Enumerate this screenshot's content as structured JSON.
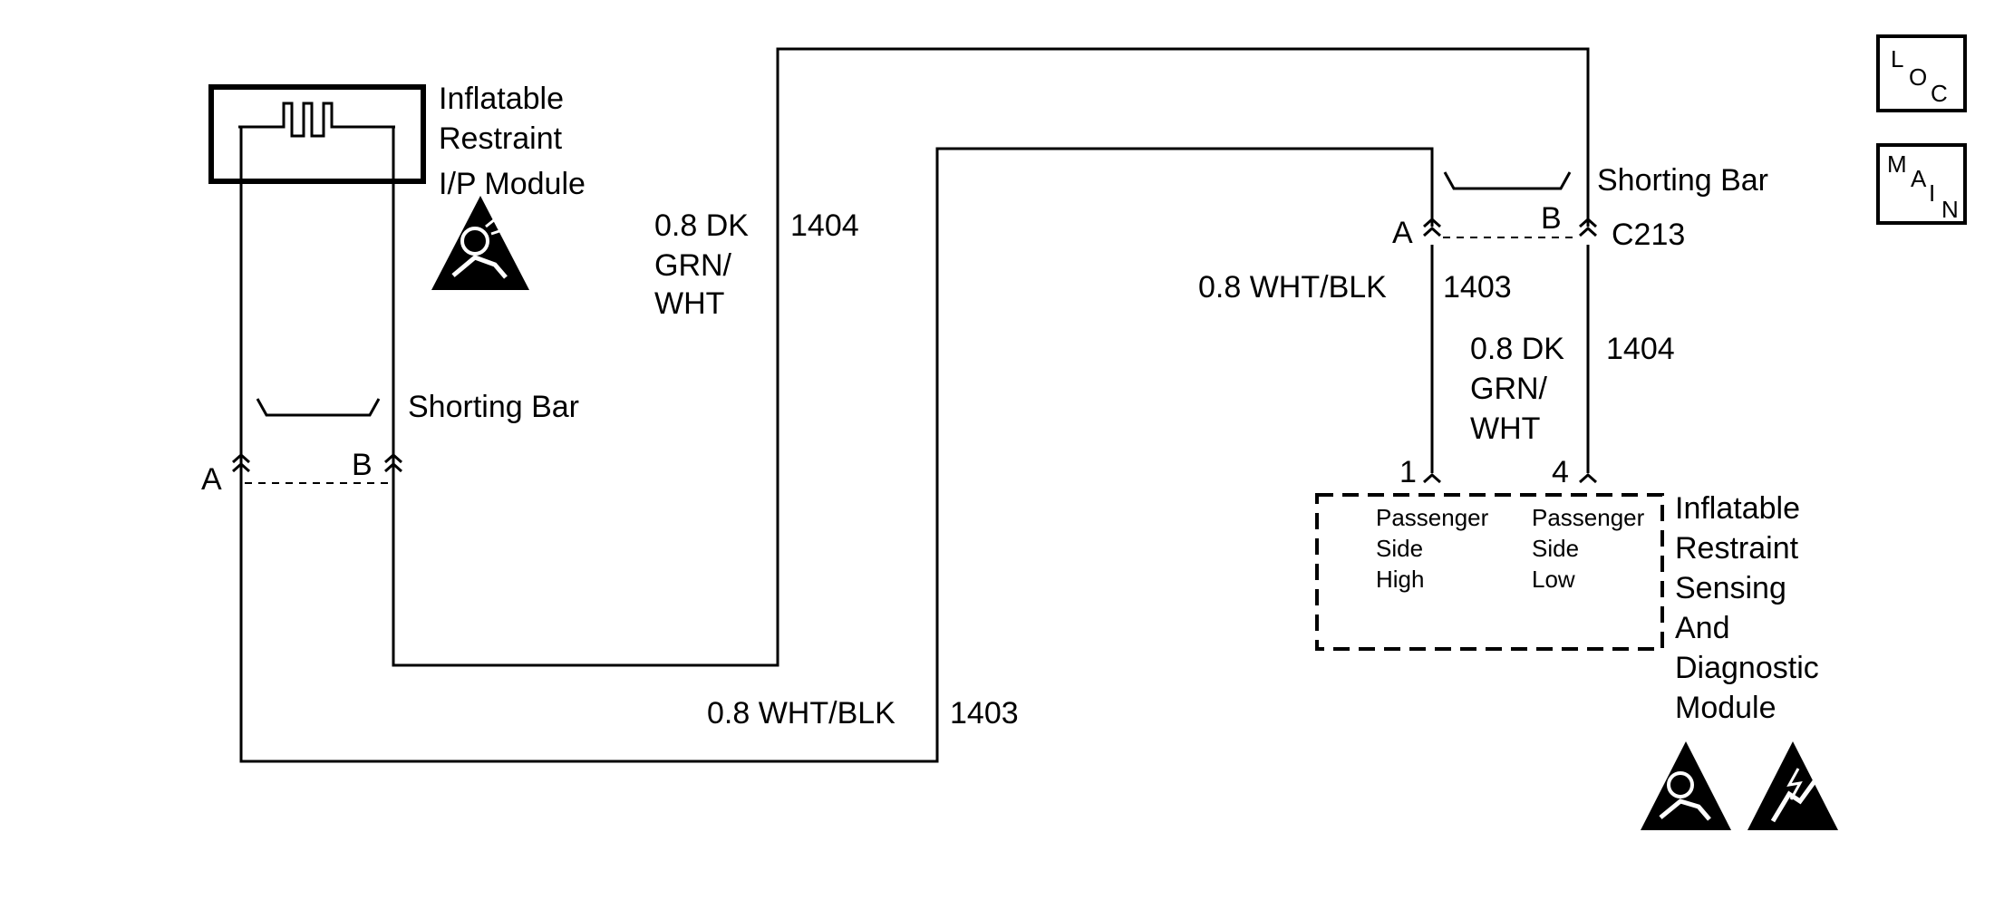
{
  "ip_module": {
    "line1": "Inflatable",
    "line2": "Restraint",
    "line3": "I/P Module"
  },
  "shorting_bar_left": "Shorting Bar",
  "shorting_bar_right": "Shorting Bar",
  "terminals": {
    "left_a": "A",
    "left_b": "B",
    "right_a": "A",
    "right_b": "B"
  },
  "connector": "C213",
  "wire_1404_top": {
    "line1": "0.8 DK",
    "line2": "GRN/",
    "line3": "WHT",
    "circuit": "1404"
  },
  "wire_1404_right": {
    "line1": "0.8 DK",
    "line2": "GRN/",
    "line3": "WHT",
    "circuit": "1404"
  },
  "wire_1403_right": {
    "label": "0.8 WHT/BLK",
    "circuit": "1403"
  },
  "wire_1403_bottom": {
    "label": "0.8 WHT/BLK",
    "circuit": "1403"
  },
  "pins": {
    "pin1": "1",
    "pin4": "4"
  },
  "sdm_inputs": {
    "high": {
      "l1": "Passenger",
      "l2": "Side",
      "l3": "High"
    },
    "low": {
      "l1": "Passenger",
      "l2": "Side",
      "l3": "Low"
    }
  },
  "sdm": {
    "l1": "Inflatable",
    "l2": "Restraint",
    "l3": "Sensing",
    "l4": "And",
    "l5": "Diagnostic",
    "l6": "Module"
  },
  "nav": {
    "loc": {
      "l": "L",
      "o": "O",
      "c": "C"
    },
    "main": {
      "m": "M",
      "a": "A",
      "i": "I",
      "n": "N"
    }
  },
  "icons": [
    "airbag-warning-icon",
    "esd-warning-icon"
  ]
}
